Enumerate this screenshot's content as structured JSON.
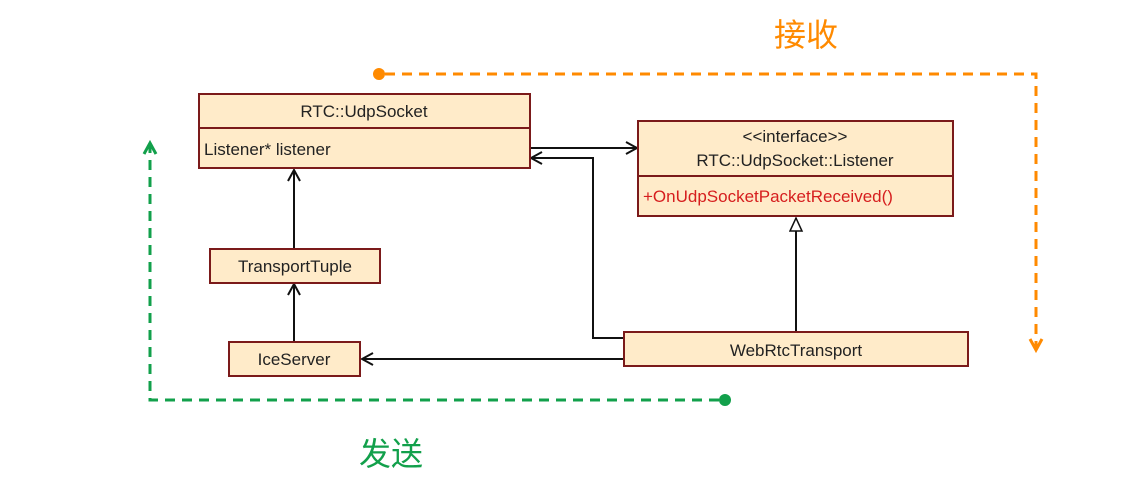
{
  "diagram": {
    "classes": {
      "udp_socket": {
        "name": "RTC::UdpSocket",
        "attributes": [
          "Listener* listener"
        ]
      },
      "listener": {
        "stereotype": "<<interface>>",
        "name": "RTC::UdpSocket::Listener",
        "methods": [
          "+OnUdpSocketPacketReceived()"
        ]
      },
      "transport_tuple": {
        "name": "TransportTuple"
      },
      "ice_server": {
        "name": "IceServer"
      },
      "webrtc_transport": {
        "name": "WebRtcTransport"
      }
    },
    "flows": {
      "receive": {
        "label": "接收",
        "color": "#FF8A00"
      },
      "send": {
        "label": "发送",
        "color": "#12A04B"
      }
    },
    "relations": [
      {
        "from": "TransportTuple",
        "to": "RTC::UdpSocket",
        "type": "association"
      },
      {
        "from": "IceServer",
        "to": "TransportTuple",
        "type": "association"
      },
      {
        "from": "WebRtcTransport",
        "to": "IceServer",
        "type": "association"
      },
      {
        "from": "WebRtcTransport",
        "to": "RTC::UdpSocket",
        "type": "association"
      },
      {
        "from": "RTC::UdpSocket",
        "to": "RTC::UdpSocket::Listener",
        "type": "association"
      },
      {
        "from": "WebRtcTransport",
        "to": "RTC::UdpSocket::Listener",
        "type": "realization"
      }
    ]
  }
}
